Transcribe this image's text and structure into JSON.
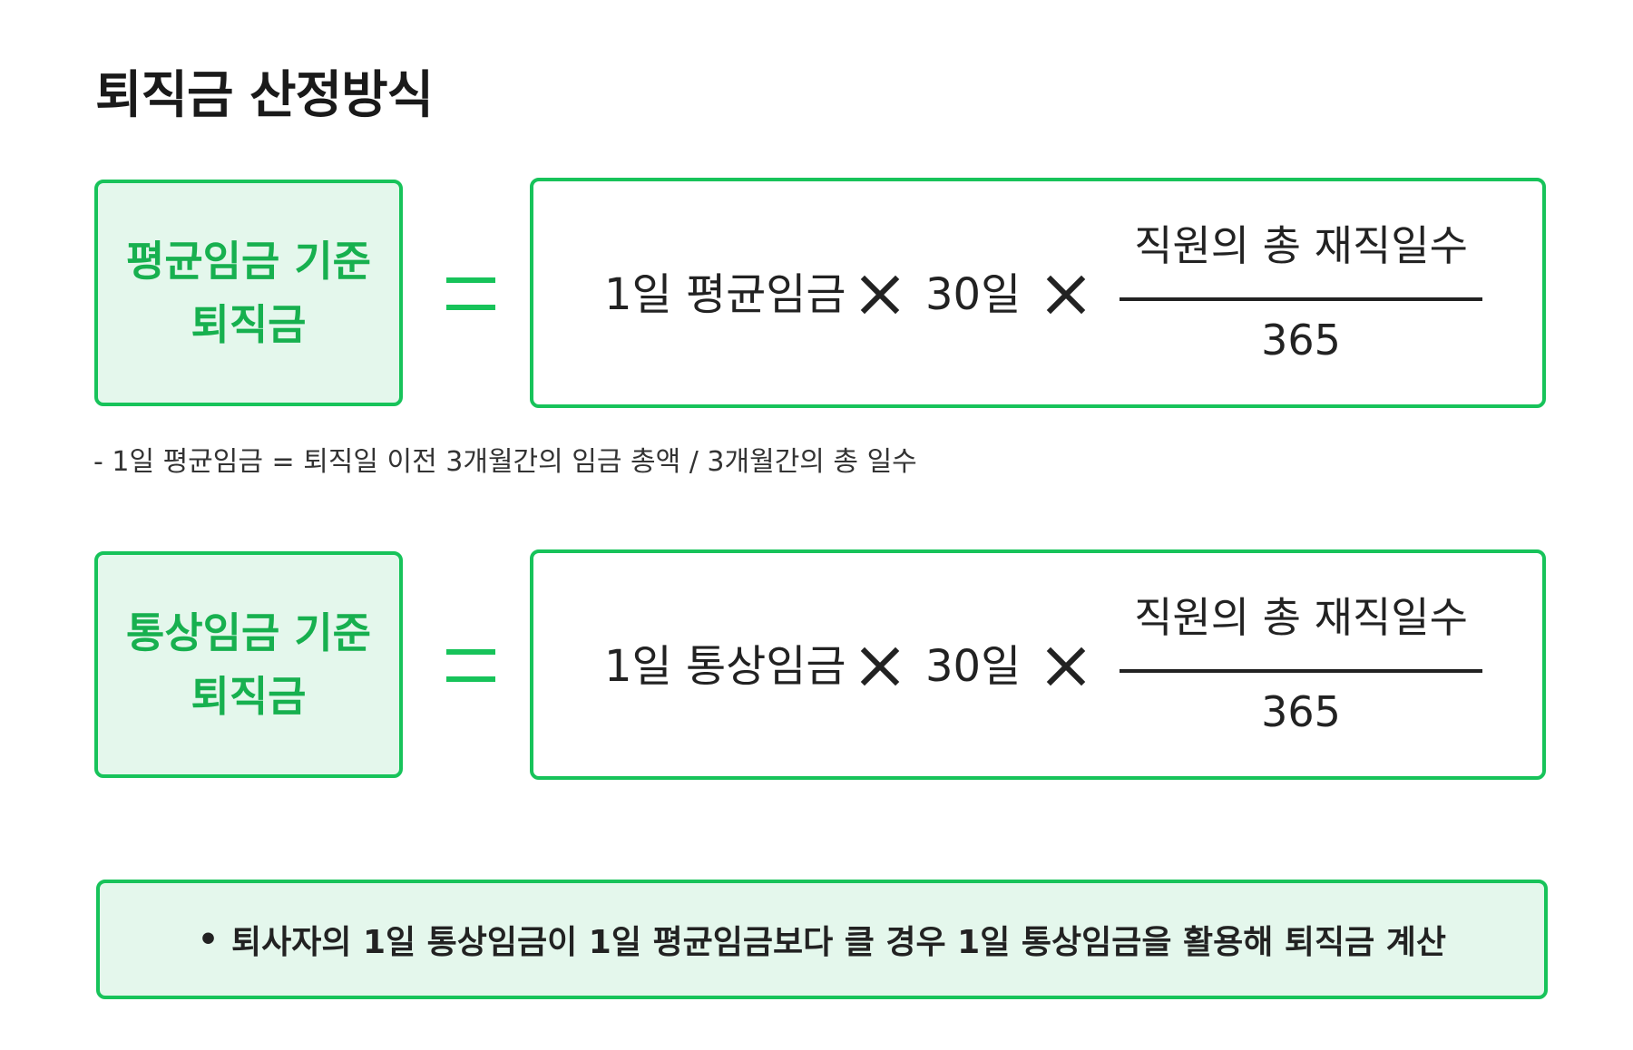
{
  "title": "퇴직금 산정방식",
  "formulas": [
    {
      "label_line1": "평균임금 기준",
      "label_line2": "퇴직금",
      "wage_term": "1일 평균임금",
      "days_term": "30일",
      "numerator": "직원의 총 재직일수",
      "denominator": "365"
    },
    {
      "label_line1": "통상임금 기준",
      "label_line2": "퇴직금",
      "wage_term": "1일 통상임금",
      "days_term": "30일",
      "numerator": "직원의 총 재직일수",
      "denominator": "365"
    }
  ],
  "footnote": "- 1일 평균임금 = 퇴직일 이전 3개월간의 임금 총액 / 3개월간의 총 일수",
  "summary": {
    "bullet": "•",
    "text": "퇴사자의 1일 통상임금이 1일 평균임금보다 클 경우 1일 통상임금을 활용해 퇴직금 계산"
  },
  "colors": {
    "accent": "#17c35a",
    "accent_text": "#17b04f",
    "accent_bg": "#e4f7ec",
    "text": "#222222"
  },
  "icons": {
    "equals": "equals-icon",
    "multiply": "times-icon"
  }
}
